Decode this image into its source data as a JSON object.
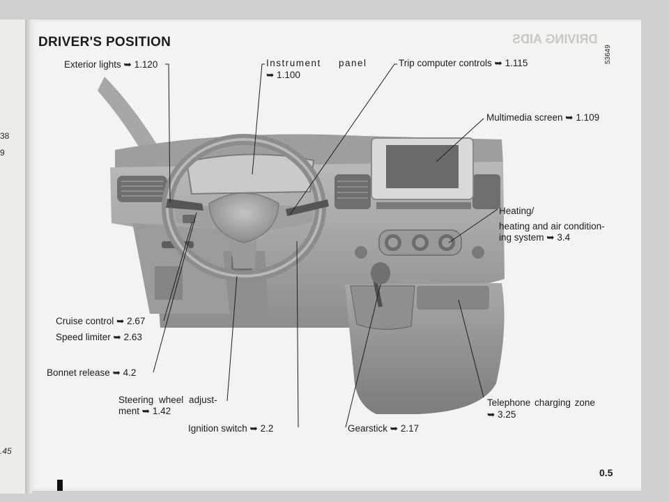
{
  "page": {
    "title": "DRIVER'S POSITION",
    "code": "53649",
    "page_number": "0.5",
    "background_title": "DRIVING AIDS",
    "left_page_numbers": [
      "38",
      "9",
      ".45"
    ]
  },
  "callouts": {
    "exterior_lights": "Exterior lights ➥ 1.120",
    "instrument_panel_line1": "Instrument      panel",
    "instrument_panel_line2": "➥ 1.100",
    "trip_computer": "Trip computer controls ➥ 1.115",
    "multimedia_screen": "Multimedia screen ➥ 1.109",
    "heating_line1": "Heating/",
    "heating_line2": "heating and air condition-",
    "heating_line3": "ing system ➥ 3.4",
    "cruise_control": "Cruise control ➥ 2.67",
    "speed_limiter": "Speed limiter ➥ 2.63",
    "bonnet_release": "Bonnet release ➥ 4.2",
    "steering_line1": "Steering wheel adjust-",
    "steering_line2": "ment ➥ 1.42",
    "ignition_switch": "Ignition switch ➥ 2.2",
    "gearstick": "Gearstick ➥ 2.17",
    "telephone_line1": "Telephone charging zone",
    "telephone_line2": "➥ 3.25"
  },
  "colors": {
    "page": "#f3f3f1",
    "text": "#1c1c1c",
    "dashboard": "#9a9a9a"
  }
}
